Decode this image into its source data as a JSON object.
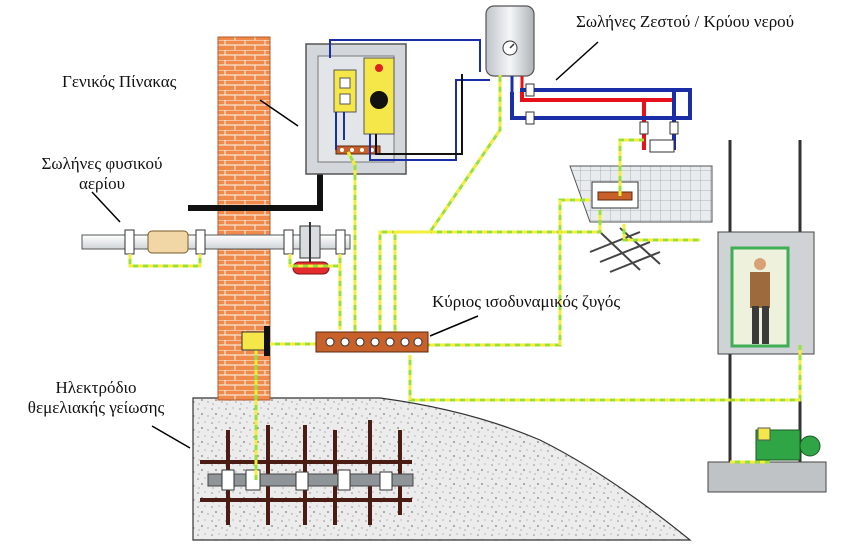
{
  "labels": {
    "hot_cold_pipes": "Σωλήνες Ζεστού / Κρύου νερού",
    "main_panel": "Γενικός Πίνακας",
    "gas_pipes_line1": "Σωλήνες φυσικού",
    "gas_pipes_line2": "αερίου",
    "equipotential_bar": "Κύριος ισοδυναμικός ζυγός",
    "electrode_line1": "Ηλεκτρόδιο",
    "electrode_line2": "θεμελιακής γείωσης"
  },
  "colors": {
    "hot_pipe": "#e8101a",
    "cold_pipe": "#1a2ea8",
    "earth_wire_green": "#9be03a",
    "earth_wire_yellow": "#f2ee3a",
    "brick": "#f08a4b",
    "busbar": "#c8602a",
    "ground_fill": "#e6e6e6",
    "elevator_green": "#3fae55"
  }
}
